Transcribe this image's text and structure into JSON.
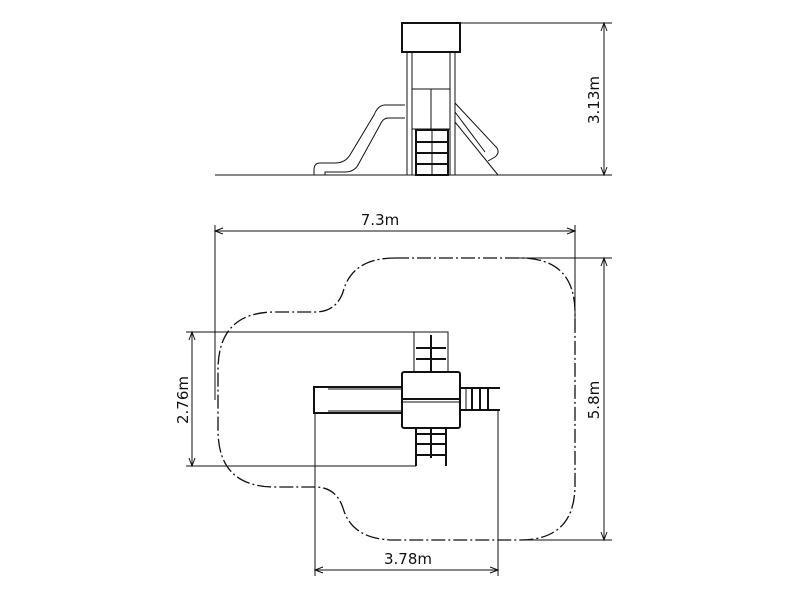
{
  "drawing": {
    "elevation": {
      "height_label": "3.13m"
    },
    "plan": {
      "width_label": "7.3m",
      "depth_label": "5.8m",
      "structure_depth_label": "2.76m",
      "structure_width_label": "3.78m"
    }
  }
}
